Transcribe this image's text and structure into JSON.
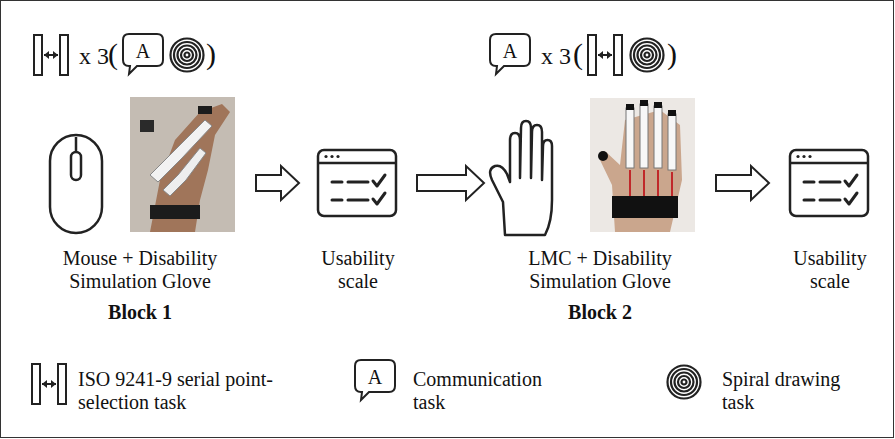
{
  "diagram": {
    "nodes": [
      {
        "text": [
          "Mouse + Disability Simulation Glove",
          "Block 1"
        ]
      },
      {
        "text": [
          "Usability scale"
        ]
      },
      {
        "text": [
          "LMC + Disability Simulation Glove",
          "Block 2"
        ]
      },
      {
        "text": [
          "Usability scale"
        ]
      }
    ],
    "edges": [
      {
        "from": 0,
        "to": 1,
        "arrow": "to"
      },
      {
        "from": 1,
        "to": 2,
        "arrow": "to"
      },
      {
        "from": 2,
        "to": 3,
        "arrow": "to"
      }
    ],
    "labels": [
      "x 3",
      "(",
      "A",
      ")",
      "A",
      "x 3",
      "(",
      ")",
      "A"
    ],
    "legend": [
      {
        "text": "ISO 9241-9 serial point-selection task"
      },
      {
        "text": "Communication task"
      },
      {
        "text": "Spiral drawing task"
      }
    ]
  }
}
